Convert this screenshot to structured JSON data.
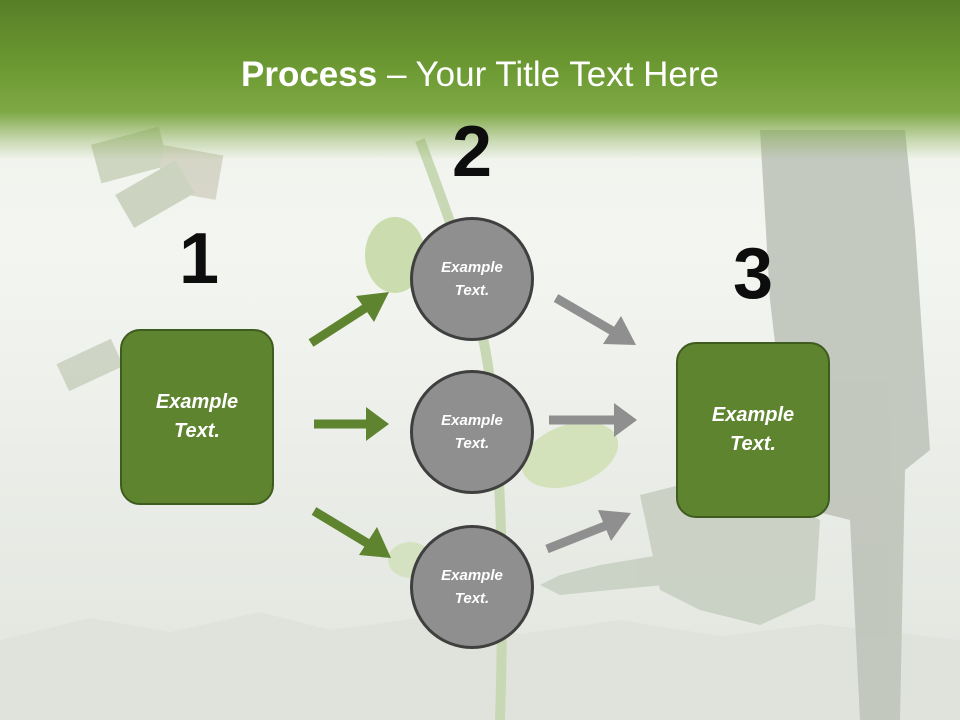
{
  "slide": {
    "title_bold": "Process",
    "title_rest": " – Your Title Text Here",
    "numbers": [
      "1",
      "2",
      "3"
    ],
    "left_box": "Example Text.",
    "right_box": "Example Text.",
    "circles": [
      "Example Text.",
      "Example Text.",
      "Example Text."
    ]
  },
  "colors": {
    "header_green": "#6e9b34",
    "box_green": "#5e8430",
    "arrow_green": "#5e8430",
    "arrow_gray": "#8f8f8f",
    "circle_gray": "#8f8f8f"
  }
}
